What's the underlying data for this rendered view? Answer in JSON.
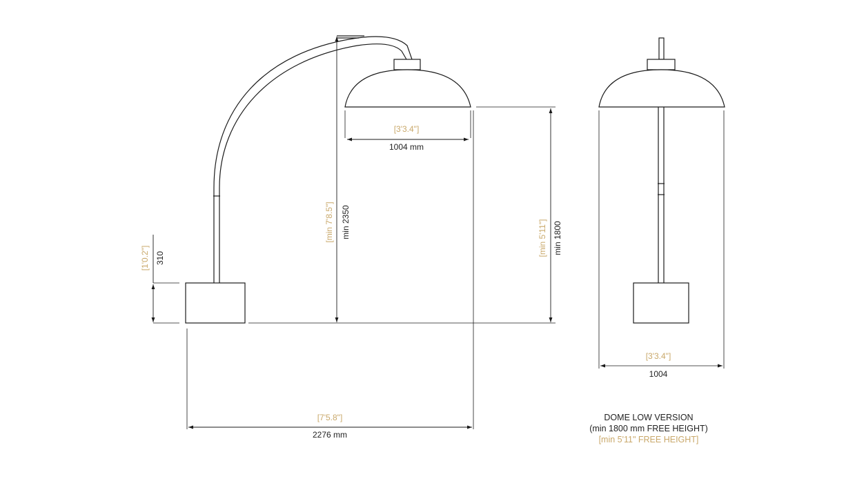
{
  "side_view": {
    "shade_width_imperial": "[3'3.4\"]",
    "shade_width_metric": "1004 mm",
    "total_height_imperial": "[min 7'8.5\"]",
    "total_height_metric": "min 2350",
    "free_height_imperial": "[min 5'11\"]",
    "free_height_metric": "min 1800",
    "base_height_imperial": "[1'0.2\"]",
    "base_height_metric": "310",
    "total_reach_imperial": "[7'5.8\"]",
    "total_reach_metric": "2276 mm"
  },
  "front_view": {
    "width_imperial": "[3'3.4\"]",
    "width_metric": "1004"
  },
  "caption": {
    "line1": "DOME LOW VERSION",
    "line2": "(min 1800 mm FREE HEIGHT)",
    "line3": "[min 5'11\" FREE HEIGHT]"
  },
  "colors": {
    "line": "#1a1a1a",
    "imperial": "#c9a86a",
    "metric": "#222222"
  }
}
